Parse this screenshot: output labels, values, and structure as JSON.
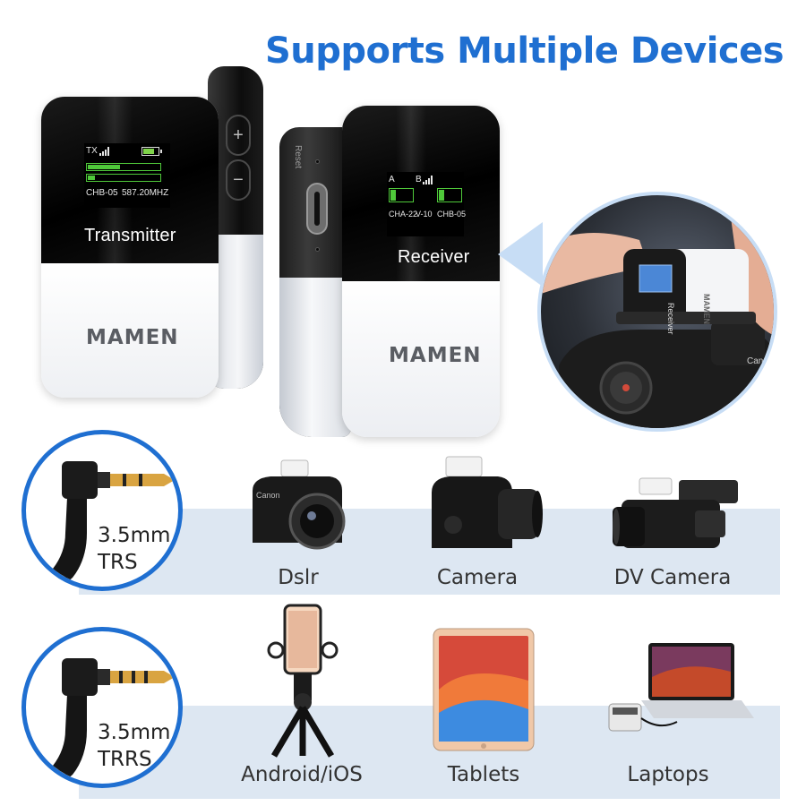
{
  "headline": "Supports Multiple Devices",
  "transmitter": {
    "signal_label": "TX",
    "channel": "CHB-05",
    "frequency": "587.20MHZ",
    "name": "Transmitter",
    "brand": "MAMEN",
    "plus": "+",
    "minus": "−"
  },
  "receiver": {
    "side_label": "Reset",
    "ch_a": "A",
    "ch_b": "B",
    "ch_a_code": "CHA-22",
    "volume": "V-10",
    "ch_b_code": "CHB-05",
    "name": "Receiver",
    "brand": "MAMEN"
  },
  "callout": {
    "screen_label": "Receiver",
    "brand": "MAMEN",
    "camera_brand": "Canon"
  },
  "rows": [
    {
      "plug": {
        "size": "3.5mm",
        "type": "TRS"
      },
      "devices": [
        {
          "label": "Dslr",
          "icon": "dslr-icon"
        },
        {
          "label": "Camera",
          "icon": "camera-icon"
        },
        {
          "label": "DV Camera",
          "icon": "camcorder-icon"
        }
      ]
    },
    {
      "plug": {
        "size": "3.5mm",
        "type": "TRRS"
      },
      "devices": [
        {
          "label": "Android/iOS",
          "icon": "phone-tripod-icon"
        },
        {
          "label": "Tablets",
          "icon": "tablet-icon"
        },
        {
          "label": "Laptops",
          "icon": "laptop-icon"
        }
      ]
    }
  ],
  "colors": {
    "accent": "#1f6fd1",
    "band": "#dde7f2",
    "signal_green": "#4fc93a"
  }
}
